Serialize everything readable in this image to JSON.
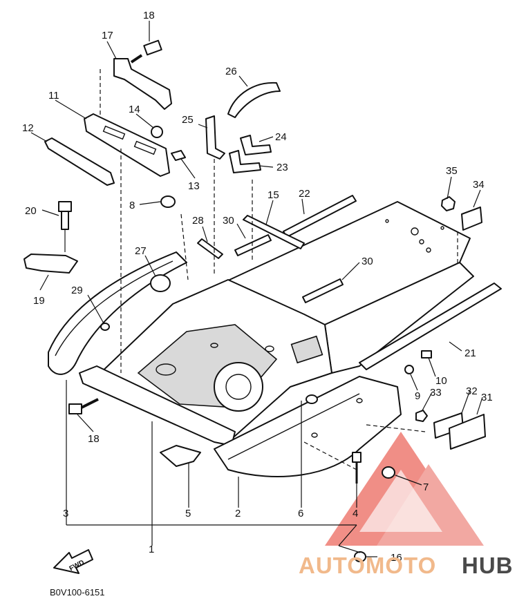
{
  "diagram": {
    "code": "B0V100-6151",
    "fwd_label": "FWD",
    "watermark": {
      "part_a": "AUTOMOTO",
      "part_b": "HUB"
    },
    "callouts": [
      {
        "id": "c18a",
        "text": "18"
      },
      {
        "id": "c17",
        "text": "17"
      },
      {
        "id": "c14",
        "text": "14"
      },
      {
        "id": "c11",
        "text": "11"
      },
      {
        "id": "c12",
        "text": "12"
      },
      {
        "id": "c13",
        "text": "13"
      },
      {
        "id": "c25",
        "text": "25"
      },
      {
        "id": "c26",
        "text": "26"
      },
      {
        "id": "c24",
        "text": "24"
      },
      {
        "id": "c23",
        "text": "23"
      },
      {
        "id": "c35",
        "text": "35"
      },
      {
        "id": "c34",
        "text": "34"
      },
      {
        "id": "c22",
        "text": "22"
      },
      {
        "id": "c15",
        "text": "15"
      },
      {
        "id": "c30a",
        "text": "30"
      },
      {
        "id": "c28",
        "text": "28"
      },
      {
        "id": "c8",
        "text": "8"
      },
      {
        "id": "c20",
        "text": "20"
      },
      {
        "id": "c19",
        "text": "19"
      },
      {
        "id": "c27",
        "text": "27"
      },
      {
        "id": "c29",
        "text": "29"
      },
      {
        "id": "c30b",
        "text": "30"
      },
      {
        "id": "c21",
        "text": "21"
      },
      {
        "id": "c10",
        "text": "10"
      },
      {
        "id": "c9",
        "text": "9"
      },
      {
        "id": "c33",
        "text": "33"
      },
      {
        "id": "c32",
        "text": "32"
      },
      {
        "id": "c31",
        "text": "31"
      },
      {
        "id": "c18b",
        "text": "18"
      },
      {
        "id": "c7",
        "text": "7"
      },
      {
        "id": "c3",
        "text": "3"
      },
      {
        "id": "c5",
        "text": "5"
      },
      {
        "id": "c2",
        "text": "2"
      },
      {
        "id": "c6",
        "text": "6"
      },
      {
        "id": "c4",
        "text": "4"
      },
      {
        "id": "c1",
        "text": "1"
      },
      {
        "id": "c16",
        "text": "16"
      }
    ]
  },
  "colors": {
    "line": "#111111",
    "watermark_triangle": "#ee7b72",
    "watermark_text_a": "#f1b98b",
    "watermark_text_b": "#4a4a4a"
  }
}
